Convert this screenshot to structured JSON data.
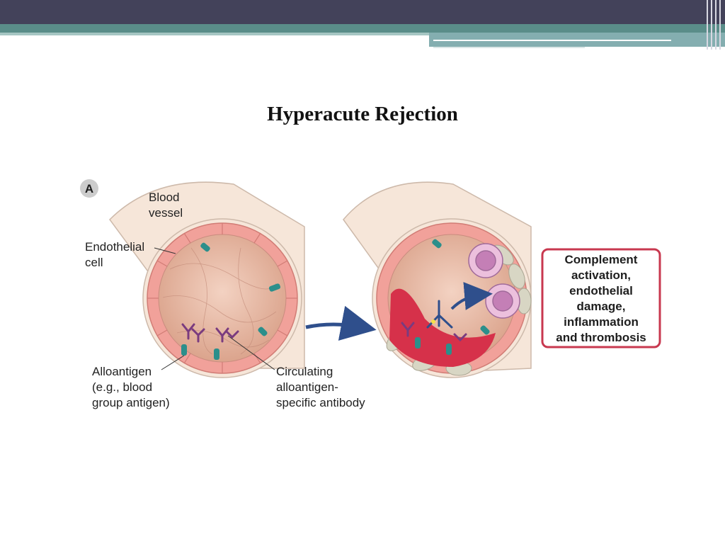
{
  "slide": {
    "title": "Hyperacute Rejection"
  },
  "panel": {
    "letter": "A"
  },
  "labels": {
    "blood_vessel": [
      "Blood",
      "vessel"
    ],
    "endothelial_cell": [
      "Endothelial",
      "cell"
    ],
    "alloantigen": [
      "Alloantigen",
      "(e.g., blood",
      "group antigen)"
    ],
    "circulating_antibody": [
      "Circulating",
      "alloantigen-",
      "specific antibody"
    ]
  },
  "outcome_box": {
    "lines": [
      "Complement",
      "activation,",
      "endothelial",
      "damage,",
      "inflammation",
      "and thrombosis"
    ],
    "border_color": "#c8384f"
  },
  "colors": {
    "vessel_wall": "#f6e6d9",
    "lumen": "#e8b9a4",
    "endothelium": "#f1a19a",
    "clot": "#d6314a",
    "alloantigen": "#2b8f8b",
    "antibody": "#7a3b7f",
    "arrow": "#2f4f8c"
  }
}
